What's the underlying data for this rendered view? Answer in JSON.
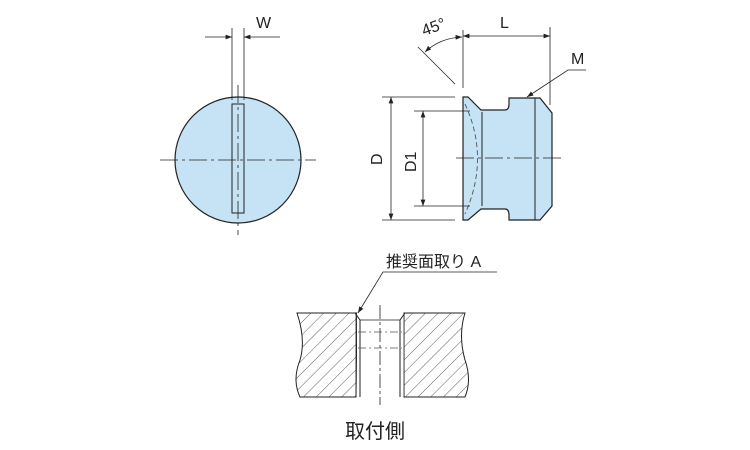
{
  "labels": {
    "w": "W",
    "l": "L",
    "m": "M",
    "d": "D",
    "d1": "D1",
    "angle": "45°",
    "chamfer_note": "推奨面取り A",
    "mounting_side": "取付側"
  },
  "colors": {
    "part_fill": "#c5e3f5",
    "line": "#222222"
  }
}
